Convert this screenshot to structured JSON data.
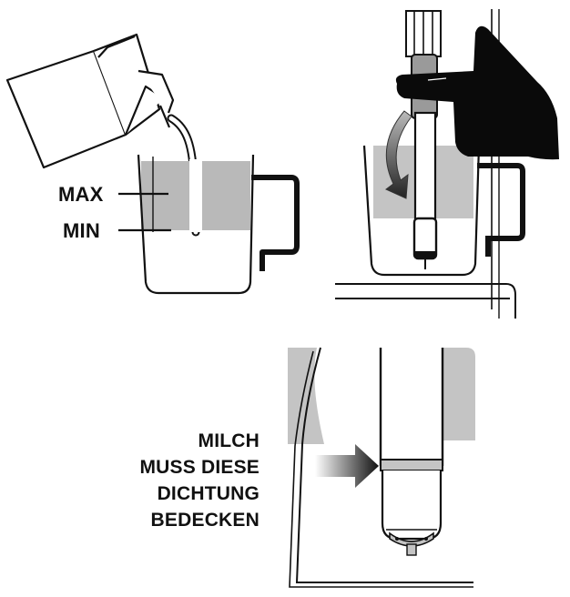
{
  "labels": {
    "max": "MAX",
    "min": "MIN",
    "seal_note": [
      "MILCH",
      "MUSS DIESE",
      "DICHTUNG",
      "BEDECKEN"
    ]
  },
  "colors": {
    "ink": "#111111",
    "pitcher_fill": "#b9b9b9",
    "machine_fill": "#c4c4c4",
    "hand": "#0a0a0a",
    "arrow_gradient_start": "#ffffff",
    "arrow_gradient_end": "#111111"
  },
  "panels": [
    {
      "name": "pour-milk",
      "description_icon": "milk-carton-icon"
    },
    {
      "name": "insert-steam-wand",
      "description_icon": "steam-wand-icon"
    },
    {
      "name": "seal-detail",
      "description_icon": "seal-arrow-icon"
    }
  ]
}
